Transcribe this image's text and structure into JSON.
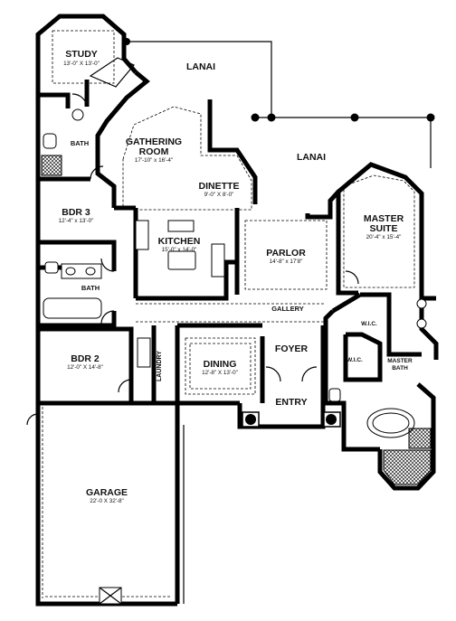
{
  "rooms": {
    "study": {
      "name": "STUDY",
      "dim": "13'-0\" X 13'-0\""
    },
    "lanai_top": {
      "name": "LANAI"
    },
    "lanai_mid": {
      "name": "LANAI"
    },
    "bath_upper": {
      "name": "BATH"
    },
    "gathering": {
      "name1": "GATHERING",
      "name2": "ROOM",
      "dim": "17'-10\" x 16'-4\""
    },
    "dinette": {
      "name": "DINETTE",
      "dim": "9'-0\" X 8'-0\""
    },
    "master": {
      "name1": "MASTER",
      "name2": "SUITE",
      "dim": "20'-4\" x 15'-4\""
    },
    "bdr3": {
      "name": "BDR 3",
      "dim": "12'-4\" x 13'-0\""
    },
    "kitchen": {
      "name": "KITCHEN",
      "dim": "15'-0\" x 14'-0\""
    },
    "parlor": {
      "name": "PARLOR",
      "dim": "14'-8\" x 17'8\""
    },
    "bath_mid": {
      "name": "BATH"
    },
    "gallery": {
      "name": "GALLERY"
    },
    "wic_right": {
      "name": "W.I.C."
    },
    "wic_left": {
      "name": "W.I.C."
    },
    "master_bath": {
      "name1": "MASTER",
      "name2": "BATH"
    },
    "bdr2": {
      "name": "BDR 2",
      "dim": "12'-0\" X 14'-8\""
    },
    "laundry": {
      "name": "LAUNDRY"
    },
    "dining": {
      "name": "DINING",
      "dim": "12'-8\" X 13'-0\""
    },
    "foyer": {
      "name": "FOYER"
    },
    "entry": {
      "name": "ENTRY"
    },
    "garage": {
      "name": "GARAGE",
      "dim": "22'-0 X 32'-8\""
    }
  }
}
